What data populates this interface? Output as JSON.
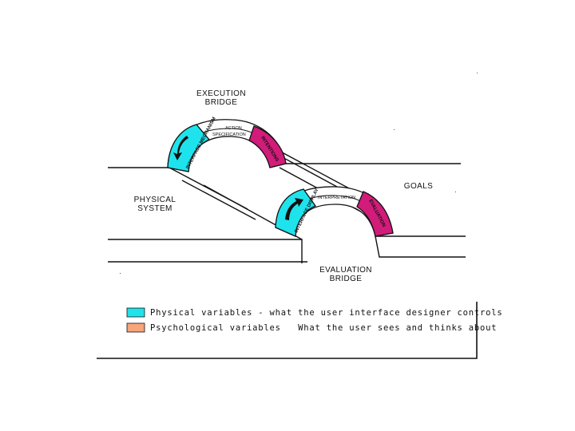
{
  "diagram": {
    "labels": {
      "execution_bridge_line1": "EXECUTION",
      "execution_bridge_line2": "BRIDGE",
      "evaluation_bridge_line1": "EVALUATION",
      "evaluation_bridge_line2": "BRIDGE",
      "physical_system_line1": "PHYSICAL",
      "physical_system_line2": "SYSTEM",
      "goals": "GOALS",
      "action_specification_line1": "ACTION",
      "action_specification_line2": "SPECIFICATION",
      "interpretation": "INTERPRETATION",
      "interface_mechanism": "INTERFACE MECHANISM",
      "intentions": "INTENTIONS",
      "interface_display": "INTERFACE DISPLAY",
      "evaluation": "EVALUATION"
    },
    "colors": {
      "physical": "#1ee3ec",
      "psychological_arc": "#d11c7a",
      "psychological_legend": "#f7a57a",
      "line": "#111111"
    }
  },
  "legend": {
    "physical_text": "Physical variables - what the user interface designer controls",
    "psychological_text": "Psychological variables   What the user sees and thinks about"
  }
}
